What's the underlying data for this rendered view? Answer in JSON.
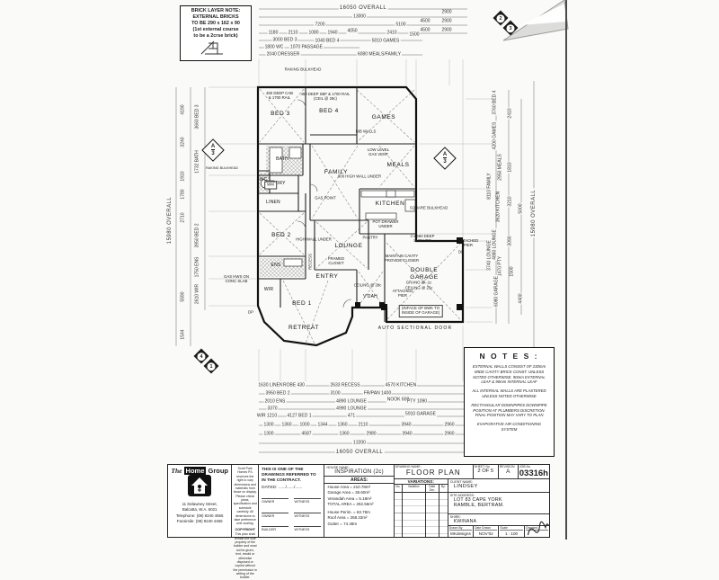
{
  "brick_note": {
    "title": "BRICK LAYER NOTE:",
    "line1": "EXTERNAL BRICKS",
    "line2": "TO BE 290 x 162 x 90",
    "line3": "(1st external course",
    "line4": "to be a 2crse brick)"
  },
  "rooms": {
    "bed3": "BED 3",
    "bed4": "BED 4",
    "games": "GAMES",
    "bath": "BATH",
    "wc": "WC",
    "ldry": "L'DRY",
    "linen": "LINEN",
    "family": "FAMILY",
    "meals": "MEALS",
    "kitchen": "KITCHEN",
    "bed2": "BED 2",
    "ens": "ENS",
    "lounge": "LOUNGE",
    "entry": "ENTRY",
    "wir": "WIR",
    "bed1": "BED 1",
    "retreat": "RETREAT",
    "vdah": "V'DAH",
    "garage": "DOUBLE\nGARAGE"
  },
  "ann": {
    "raking_bulkhead": "RAKING BULKHEAD",
    "cab_rail": "450 DEEP CAB\n& 1700 RAIL",
    "sbf_rail": "450 DEEP SBF & 1700 RAIL\n(CEIL @ 28c)",
    "nib_walls": "NIB WALLS",
    "gas_vent": "LOW LEVEL\nGAS VENT",
    "high_wall_900": "900 HIGH WALL UNDER",
    "high_wall": "HIGH WALL UNDER",
    "gas_point": "GAS POINT",
    "pot_drawer": "POT DRAWER\nUNDER",
    "pantry": "PANTRY",
    "square_bulkhead": "SQUARE BULKHEAD",
    "shelves": "4 x 450 DEEP\nSHELVES",
    "maintain_cavity": "MAINTAIN CAVITY\nPROVIDE CLOSER",
    "attached_pier": "ATTACHED\nPIER",
    "grano": "GRANO @ -1c",
    "ceiling25": "CEILING @ 25c",
    "ceiling28": "CEILING @ 28c",
    "inface": "(INFACE OF BWK TO\nINSIDE OF GARAGE)",
    "auto_door": "AUTO SECTIONAL DOOR",
    "gas_hws": "GAS HWS ON\nCONC SLAB",
    "framed_closet": "FRAMED\nCLOSET",
    "recess": "RECESS",
    "wm": "WM",
    "dp": "DP"
  },
  "dims": {
    "top": [
      "16050 OVERALL",
      "13000",
      "7200",
      "5100",
      "2900",
      "2900",
      "2900",
      "4500",
      "4500",
      "1180",
      "2110",
      "1080",
      "1940",
      "4050",
      "2410",
      "1500",
      "3000 BED 3",
      "1040 BED 4",
      "5010 GAMES",
      "1800 WC",
      "1070 PASSAGE",
      "2040 DRESSER",
      "6080 MEALS/FAMILY"
    ],
    "left": [
      "15980 OVERALL",
      "4190",
      "3240",
      "3660 BED 3",
      "1732 BATH",
      "1910",
      "1780",
      "2710",
      "3950 BED 2",
      "1750 ENS",
      "2610 WIR",
      "5590",
      "1544"
    ],
    "right": [
      "3760 BED 4",
      "4200 GAMES",
      "2950 MEALS",
      "8110 FAMILY",
      "3620 KITCHEN",
      "4880 LOUNGE",
      "3740 LOUNGE",
      "1470 PTY",
      "6080 GARAGE",
      "2410",
      "1810",
      "3210",
      "5000",
      "3090",
      "1500",
      "4400",
      "15980 OVERALL"
    ],
    "bottom": [
      "1630 LINEN",
      "ROBE 430",
      "2633 RECESS",
      "4570 KITCHEN",
      "3950 BED 2",
      "3100",
      "FR/PAN 1400",
      "2010 ENS",
      "4890 LOUNGE",
      "NOOK 600",
      "PTY 1090",
      "3370",
      "4990 LOUNGE",
      "WIR 1210",
      "4127 BED 1",
      "471",
      "5910 GARAGE",
      "1300",
      "1360",
      "1000",
      "1344",
      "1360",
      "2110",
      "3940",
      "2960",
      "1300",
      "4587",
      "1360",
      "2980",
      "3940",
      "2960",
      "13200",
      "16050 OVERALL"
    ]
  },
  "markers": {
    "a": "A",
    "s3": "3",
    "e1": "1",
    "e2": "2",
    "e3": "3",
    "e4": "4"
  },
  "notes": {
    "title": "N O T E S :",
    "p1": "EXTERNAL WALLS CONSIST OF 230mm WIDE CAVITY BRICK CONST. UNLESS NOTED OTHERWISE. 90mm EXTERNAL LEAF & 90mm INTERNAL LEAF",
    "p2": "ALL INTERNAL WALLS ARE PLASTERED UNLESS NOTED OTHERWISE",
    "p3": "RECTANGULAR DOWNPIPES DOWNPIPE POSITION AT PLUMBERS DISCRETION. FINAL POSITION MAY VARY TO PLAN",
    "p4": "EVAPORATIVE AIR-CONDITIONING SYSTEM"
  },
  "title_block": {
    "logo": {
      "the": "The",
      "home": "Home",
      "group": "Group",
      "address1": "11 Delawney Street,",
      "address2": "Balcatta, W.A.  6021",
      "phone": "Telephone:  (08) 9240 4555",
      "fax": "Facsimile:  (08) 9240 4455"
    },
    "disclaimer": {
      "p1": "Scott Park Homes P/L reserves the right to vary dimensions and materials from those on display. Please check plans, specification and schedule carefully. All dimensions to take preference over scaling.",
      "copyright_title": "COPYRIGHT",
      "p2": "This plan shall remain the sole property of the builder and must not be given, lent, resold or otherwise disposed or copied without the permission in writing of the builder."
    },
    "contract": {
      "statement": "THIS IS ONE OF THE DRAWINGS REFERRED TO IN THE CONTRACT.",
      "dated": "DATED:  ....../....../......",
      "owner": "OWNER",
      "witness": "WITNESS",
      "builder": "BUILDER"
    },
    "house": {
      "label": "HOUSE NAME:",
      "name": "INSPIRATION (2c)",
      "areas_label": "AREAS:",
      "area1": "House Area = 210.78m²",
      "area2": "Garage Area = 36.60m²",
      "area3": "Verandah Area = 5.18m²",
      "area4": "TOTAL AREA = 252.56m²",
      "perim": "House Perim. = 63.78m",
      "roof": "Roof Area = 268.33m²",
      "gutter": "Gutter = 74.48m"
    },
    "variations": {
      "label": "VARIATIONS:",
      "col_no": "No.",
      "col_variation": "Variation",
      "col_date": "Date Drn.",
      "col_by": "By:"
    },
    "drawing": {
      "name_label": "DRAWING NAME:",
      "name": "FLOOR PLAN",
      "sheet_label": "SHEET No",
      "sheet": "2 OF 5",
      "rev_label": "REVISION",
      "rev": "A",
      "job_label": "JOB No",
      "job": "03316h"
    },
    "client": {
      "name_label": "CLIENT NAME:",
      "name": "LINDSEY",
      "site_label": "SITE ADDRESS:",
      "site1": "LOT 83 CAPE YORK",
      "site2": "RAMBLE, BERTRAM.",
      "shire_label": "SHIRE:",
      "shire": "KWINANA",
      "drawn_label": "Drawn By",
      "drawn": "MKdesigns",
      "date_label": "Date Drawn",
      "date": "NOV'02",
      "scale_label": "Scale",
      "scale": "1 : 100",
      "checked_label": "Checked"
    }
  }
}
